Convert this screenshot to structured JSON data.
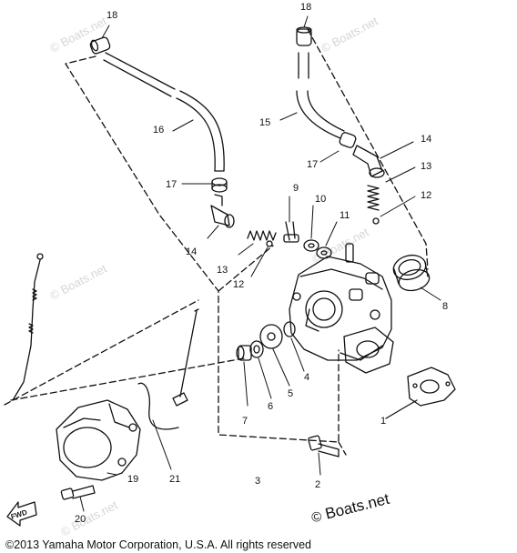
{
  "diagram": {
    "callouts": [
      {
        "id": "c18a",
        "text": "18"
      },
      {
        "id": "c18b",
        "text": "18"
      },
      {
        "id": "c16",
        "text": "16"
      },
      {
        "id": "c15",
        "text": "15"
      },
      {
        "id": "c17a",
        "text": "17"
      },
      {
        "id": "c17b",
        "text": "17"
      },
      {
        "id": "c14a",
        "text": "14"
      },
      {
        "id": "c14b",
        "text": "14"
      },
      {
        "id": "c13a",
        "text": "13"
      },
      {
        "id": "c13b",
        "text": "13"
      },
      {
        "id": "c12a",
        "text": "12"
      },
      {
        "id": "c12b",
        "text": "12"
      },
      {
        "id": "c9",
        "text": "9"
      },
      {
        "id": "c10",
        "text": "10"
      },
      {
        "id": "c11",
        "text": "11"
      },
      {
        "id": "c8",
        "text": "8"
      },
      {
        "id": "c7",
        "text": "7"
      },
      {
        "id": "c6",
        "text": "6"
      },
      {
        "id": "c5",
        "text": "5"
      },
      {
        "id": "c4",
        "text": "4"
      },
      {
        "id": "c1",
        "text": "1"
      },
      {
        "id": "c3",
        "text": "3"
      },
      {
        "id": "c2",
        "text": "2"
      },
      {
        "id": "c21",
        "text": "21"
      },
      {
        "id": "c19",
        "text": "19"
      },
      {
        "id": "c20",
        "text": "20"
      }
    ],
    "fwd_label": "FWD"
  },
  "watermark": {
    "text": "© Boats.net"
  },
  "brand": {
    "symbol": "©",
    "name": "Boats.net"
  },
  "footer": {
    "copyright": "©2013 Yamaha Motor Corporation, U.S.A. All rights reserved"
  },
  "colors": {
    "ink": "#111111",
    "watermark": "#d6d6d6",
    "background": "#ffffff"
  }
}
